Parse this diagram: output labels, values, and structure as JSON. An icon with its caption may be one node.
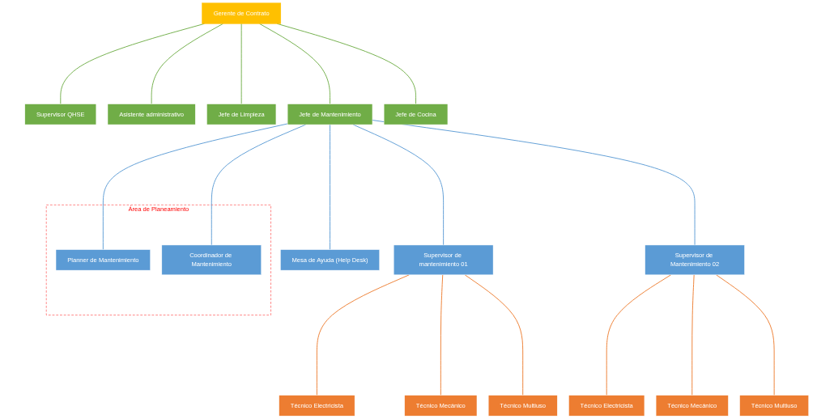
{
  "diagram": {
    "nodes": [
      {
        "text": [
          "Gerente de Contrato"
        ]
      },
      {
        "text": [
          "Supervisor QHSE"
        ]
      },
      {
        "text": [
          "Asistente administrativo"
        ]
      },
      {
        "text": [
          "Jefe de Limpieza"
        ]
      },
      {
        "text": [
          "Jefe de Mantenimiento"
        ]
      },
      {
        "text": [
          "Jefe de Cocina"
        ]
      },
      {
        "text": [
          "Mesa de Ayuda (Help Desk)"
        ]
      },
      {
        "text": [
          "Área de Planeamiento"
        ]
      },
      {
        "text": [
          "Planner de Mantenimiento"
        ],
        "in": 7
      },
      {
        "text": [
          "Coordinador de Mantenimiento"
        ],
        "in": 7
      },
      {
        "text": [
          "Supervisor de mantenimiento 01"
        ]
      },
      {
        "text": [
          "Supervisor de Mantenimiento 02"
        ]
      },
      {
        "text": [
          "Técnico Electricista"
        ]
      },
      {
        "text": [
          "Técnico Mecánico"
        ]
      },
      {
        "text": [
          "Técnico Multiuso"
        ]
      },
      {
        "text": [
          "Técnico Electricista"
        ]
      },
      {
        "text": [
          "Técnico Mecánico"
        ]
      },
      {
        "text": [
          "Técnico Multiuso"
        ]
      }
    ],
    "edges": [
      {
        "from": 0,
        "to": 1,
        "arrow": "none",
        "color": "#70ad47"
      },
      {
        "from": 0,
        "to": 2,
        "arrow": "none",
        "color": "#70ad47"
      },
      {
        "from": 0,
        "to": 3,
        "arrow": "none",
        "color": "#70ad47"
      },
      {
        "from": 0,
        "to": 4,
        "arrow": "none",
        "color": "#70ad47"
      },
      {
        "from": 0,
        "to": 5,
        "arrow": "none",
        "color": "#70ad47"
      },
      {
        "from": 4,
        "to": 6,
        "arrow": "none",
        "color": "#5b9bd5"
      },
      {
        "from": 4,
        "to": 8,
        "arrow": "none",
        "color": "#5b9bd5"
      },
      {
        "from": 4,
        "to": 9,
        "arrow": "none",
        "color": "#5b9bd5"
      },
      {
        "from": 4,
        "to": 10,
        "arrow": "none",
        "color": "#5b9bd5"
      },
      {
        "from": 4,
        "to": 11,
        "arrow": "none",
        "color": "#5b9bd5"
      },
      {
        "from": 10,
        "to": 12,
        "arrow": "none"
      },
      {
        "from": 10,
        "to": 13,
        "arrow": "none"
      },
      {
        "from": 10,
        "to": 14,
        "arrow": "none"
      },
      {
        "from": 11,
        "to": 15,
        "arrow": "none"
      },
      {
        "from": 11,
        "to": 16,
        "arrow": "none"
      },
      {
        "from": 11,
        "to": 17,
        "arrow": "none"
      }
    ]
  }
}
